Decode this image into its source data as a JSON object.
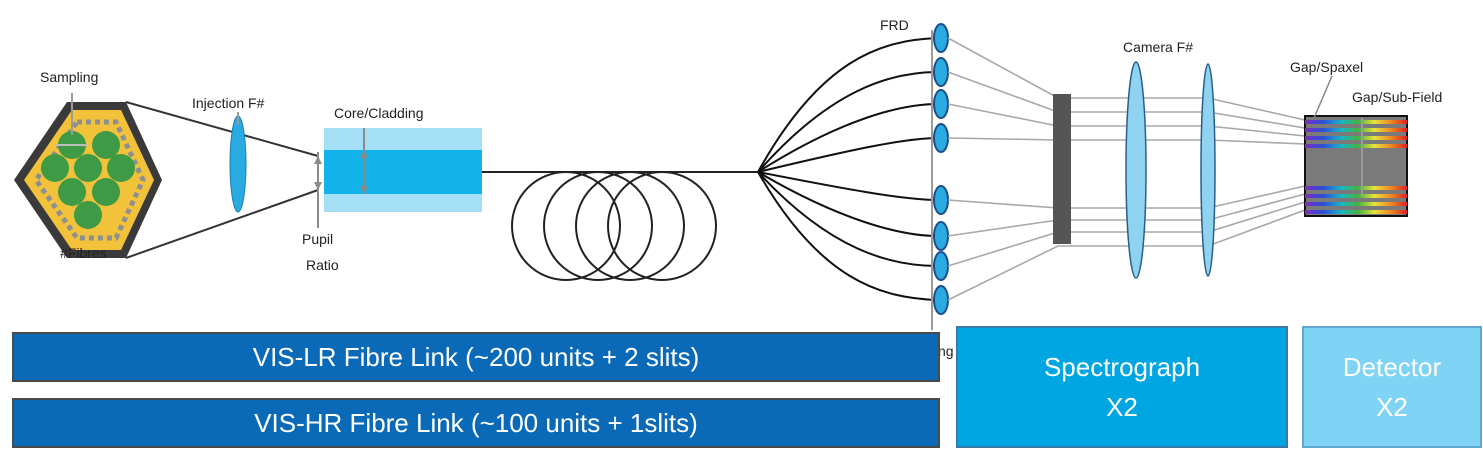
{
  "labels": {
    "sampling": "Sampling",
    "fibres": "#Fibres",
    "injection": "Injection F#",
    "core_cladding": "Core/Cladding",
    "pupil": "Pupil",
    "ratio": "Ratio",
    "frd": "FRD",
    "camera": "Camera F#",
    "gap_spaxel": "Gap/Spaxel",
    "gap_subfield": "Gap/Sub-Field",
    "cut_fragment": "ng"
  },
  "boxes": {
    "vis_lr": "VIS-LR  Fibre Link (~200  units + 2 slits)",
    "vis_hr": "VIS-HR  Fibre Link (~100  units + 1slits)",
    "spectrograph_title": "Spectrograph",
    "spectrograph_count": "X2",
    "detector_title": "Detector",
    "detector_count": "X2"
  },
  "colors": {
    "hex_fill": "#f2c23a",
    "fibre_green": "#3e9a44",
    "lens_blue": "#29abe2",
    "core_blue": "#12b3e8",
    "cladding_blue": "#a4dff5",
    "fibre_link_box": "#0a6ab8",
    "spectrograph_box": "#00a6e2",
    "detector_box": "#7fd3f4"
  }
}
